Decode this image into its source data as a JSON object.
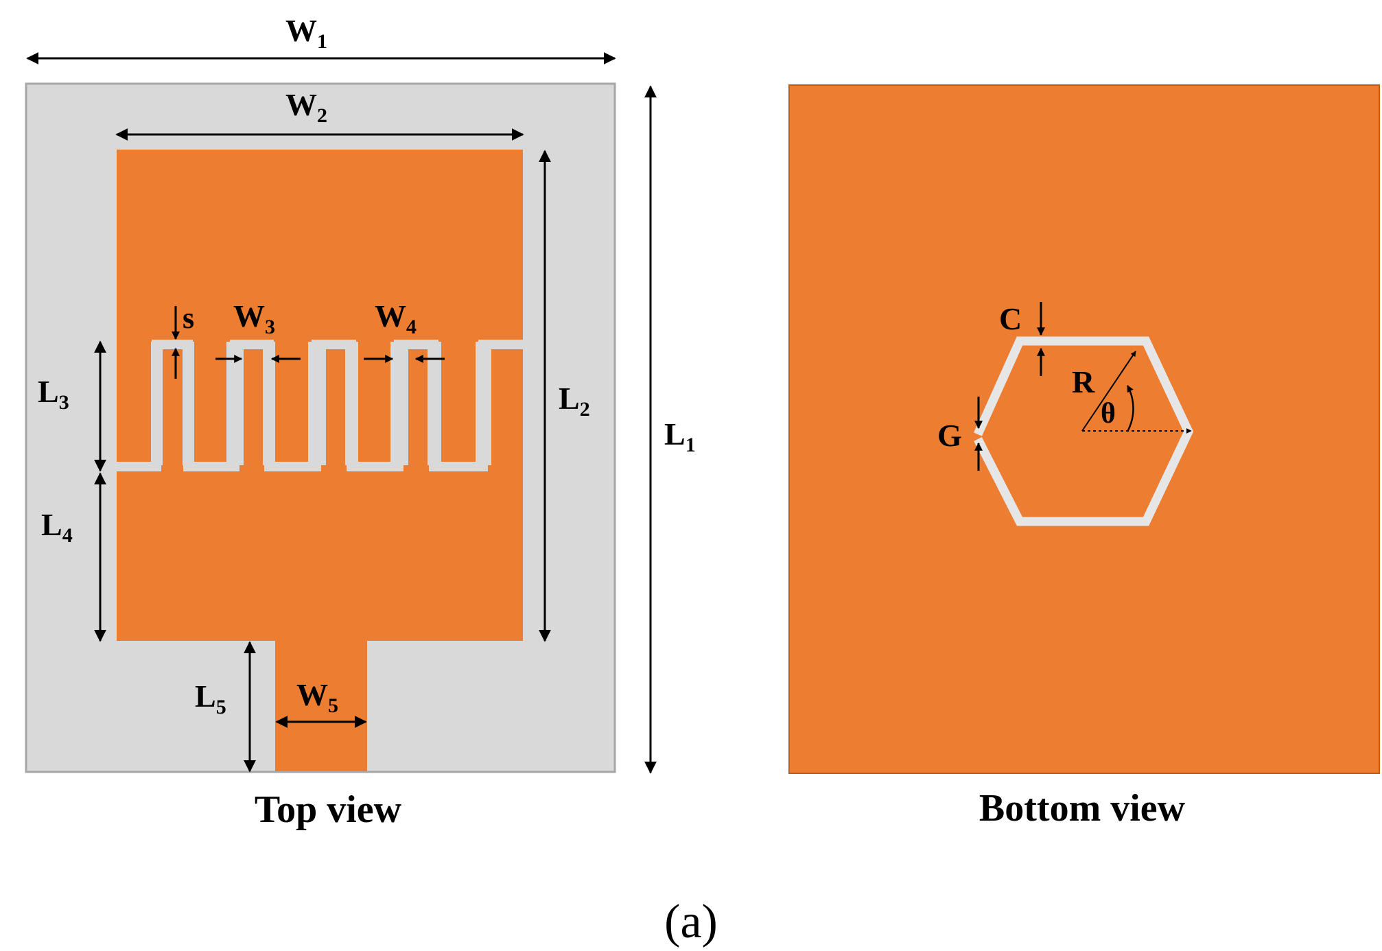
{
  "colors": {
    "copper": "#ED7D31",
    "substrate": "#D9D9D9",
    "slot": "#E7E6E6",
    "ink": "#000000"
  },
  "top_view": {
    "caption": "Top view",
    "dims": {
      "W1": {
        "base": "W",
        "sub": "1"
      },
      "W2": {
        "base": "W",
        "sub": "2"
      },
      "W3": {
        "base": "W",
        "sub": "3"
      },
      "W4": {
        "base": "W",
        "sub": "4"
      },
      "W5": {
        "base": "W",
        "sub": "5"
      },
      "L1": {
        "base": "L",
        "sub": "1"
      },
      "L2": {
        "base": "L",
        "sub": "2"
      },
      "L3": {
        "base": "L",
        "sub": "3"
      },
      "L4": {
        "base": "L",
        "sub": "4"
      },
      "L5": {
        "base": "L",
        "sub": "5"
      },
      "s": "s"
    }
  },
  "bottom_view": {
    "caption": "Bottom view",
    "dims": {
      "C": "C",
      "G": "G",
      "R": "R",
      "theta": "θ"
    }
  },
  "figure_label": "(a)"
}
